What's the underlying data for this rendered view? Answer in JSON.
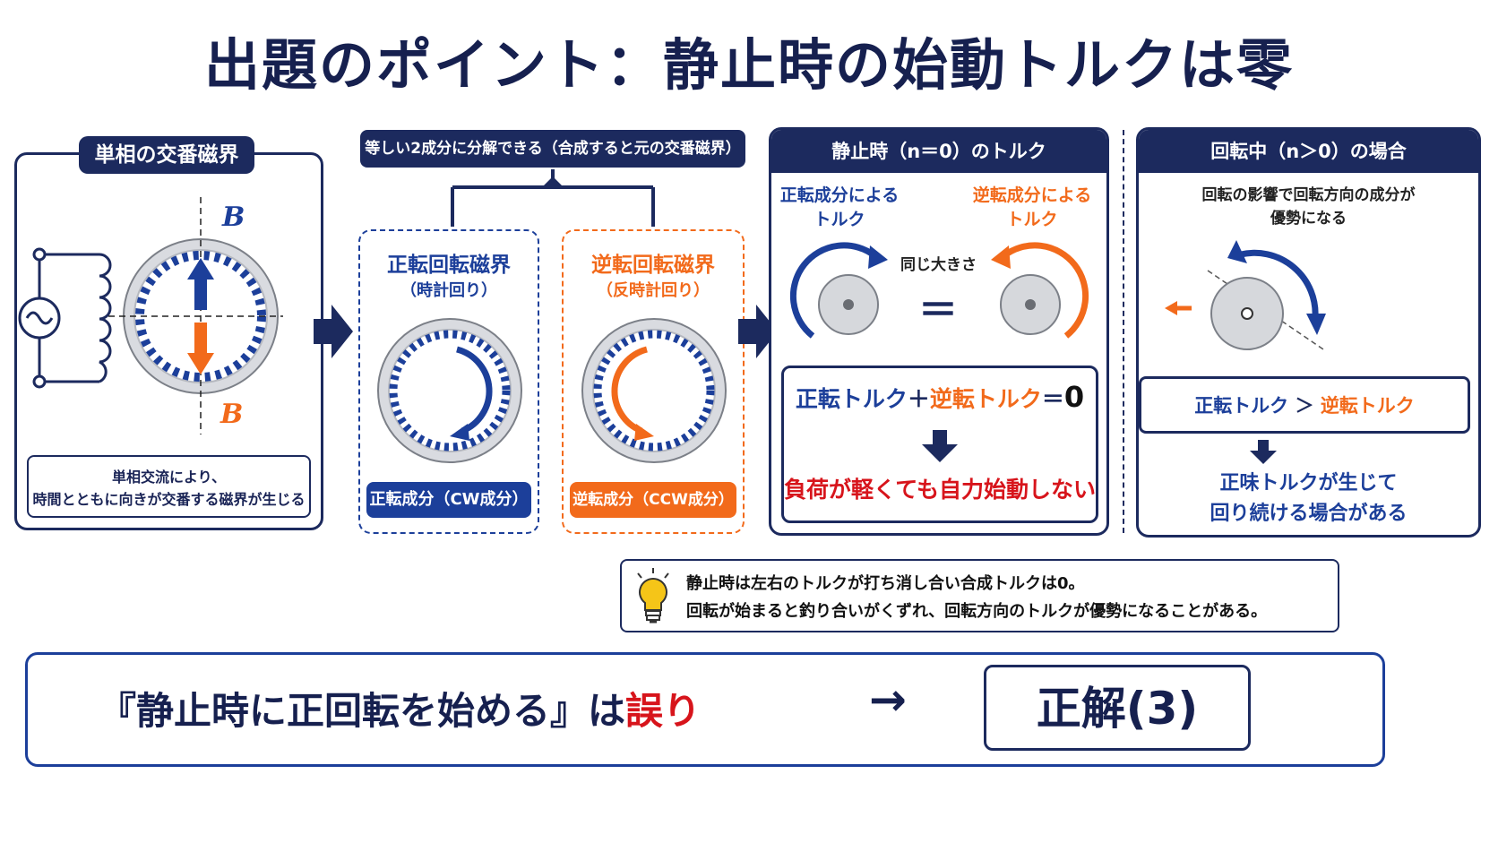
{
  "title": "出題のポイント：静止時の始動トルクは零",
  "field_panel": {
    "header": "単相の交番磁界",
    "b_label_top": "B",
    "b_label_bottom": "B",
    "note_line1": "単相交流により、",
    "note_line2": "時間とともに向きが交番する磁界が生じる"
  },
  "decomposition": {
    "header": "等しい2成分に分解できる（合成すると元の交番磁界）",
    "forward": {
      "title": "正転回転磁界",
      "subtitle": "（時計回り）",
      "tag": "正転成分（CW成分）"
    },
    "reverse": {
      "title": "逆転回転磁界",
      "subtitle": "（反時計回り）",
      "tag": "逆転成分（CCW成分）"
    }
  },
  "standstill": {
    "header": "静止時（n＝0）のトルク",
    "forward_label1": "正転成分による",
    "forward_label2": "トルク",
    "reverse_label1": "逆転成分による",
    "reverse_label2": "トルク",
    "same_size": "同じ大きさ",
    "equals": "＝",
    "eq_forward": "正転トルク",
    "eq_plus": "＋",
    "eq_reverse": "逆転トルク",
    "eq_equals": "＝",
    "eq_zero": "0",
    "conclusion": "負荷が軽くても自力始動しない"
  },
  "rotating": {
    "header": "回転中（n＞0）の場合",
    "desc_line1": "回転の影響で回転方向の成分が",
    "desc_line2": "優勢になる",
    "cmp_forward": "正転トルク",
    "cmp_gt": "＞",
    "cmp_reverse": "逆転トルク",
    "result_line1": "正味トルクが生じて",
    "result_line2": "回り続ける場合がある"
  },
  "tip": {
    "line1": "静止時は左右のトルクが打ち消し合い合成トルクは0。",
    "line2": "回転が始まると釣り合いがくずれ、回転方向のトルクが優勢になることがある。"
  },
  "answer": {
    "statement": "『静止時に正回転を始める』は",
    "wrong": "誤り",
    "arrow": "→",
    "answer_label": "正解(3)"
  },
  "colors": {
    "navy": "#1c2a5e",
    "blue": "#1c3f9a",
    "orange": "#f26a1b",
    "red": "#d7141b"
  }
}
